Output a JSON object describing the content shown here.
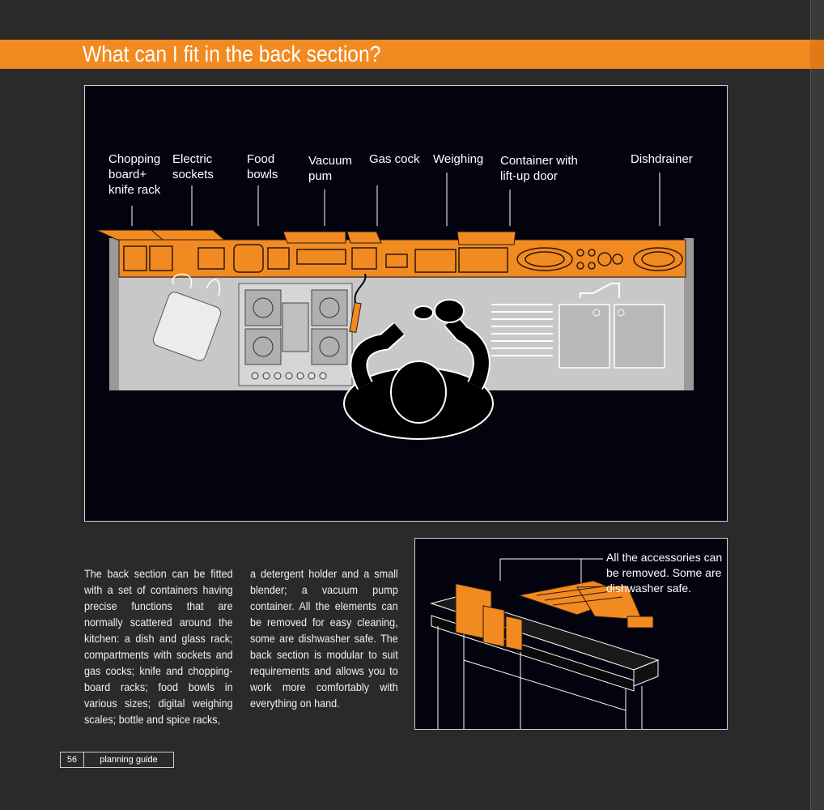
{
  "page_title": "What can I fit in the back section?",
  "labels": [
    {
      "id": "chopping",
      "text": "Chopping\nboard+\nknife rack"
    },
    {
      "id": "sockets",
      "text": "Electric\nsockets"
    },
    {
      "id": "bowls",
      "text": "Food\nbowls"
    },
    {
      "id": "vacuum",
      "text": "Vacuum\npum"
    },
    {
      "id": "gascock",
      "text": "Gas cock"
    },
    {
      "id": "weighing",
      "text": "Weighing"
    },
    {
      "id": "container",
      "text": "Container with\nlift-up door"
    },
    {
      "id": "dishdrainer",
      "text": "Dishdrainer"
    }
  ],
  "body": {
    "col1": "The back section can be fitted with a set of containers having precise functions that are normally scattered around the kitchen: a dish and glass rack; compartments with sockets and gas cocks; knife and chopping-board racks; food bowls in various sizes; digital weighing scales; bottle and spice racks,",
    "col2": "a detergent holder and a small blender; a vacuum pump container. All the elements can be removed for easy cleaning, some are dishwasher safe. The back section is modular to suit requirements and allows you to work more comfortably with everything on hand."
  },
  "inset_caption": "All the accessories can\nbe removed. Some are\ndishwasher safe.",
  "footer": {
    "page_number": "56",
    "guide": "planning guide"
  },
  "colors": {
    "accent": "#f28a22",
    "background": "#2b2a2a",
    "panel": "#03030f"
  }
}
